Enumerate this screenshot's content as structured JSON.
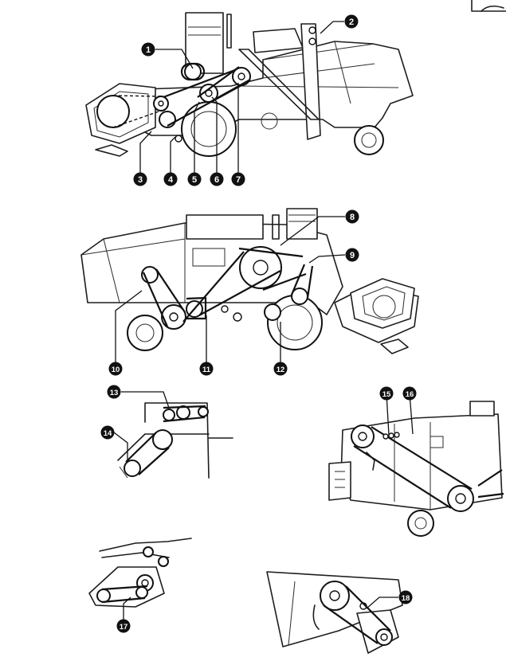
{
  "callouts": [
    {
      "id": "callout-1",
      "label": "1"
    },
    {
      "id": "callout-2",
      "label": "2"
    },
    {
      "id": "callout-3",
      "label": "3"
    },
    {
      "id": "callout-4",
      "label": "4"
    },
    {
      "id": "callout-5",
      "label": "5"
    },
    {
      "id": "callout-6",
      "label": "6"
    },
    {
      "id": "callout-7",
      "label": "7"
    },
    {
      "id": "callout-8",
      "label": "8"
    },
    {
      "id": "callout-9",
      "label": "9"
    },
    {
      "id": "callout-10",
      "label": "10"
    },
    {
      "id": "callout-11",
      "label": "11"
    },
    {
      "id": "callout-12",
      "label": "12"
    },
    {
      "id": "callout-13",
      "label": "13"
    },
    {
      "id": "callout-14",
      "label": "14"
    },
    {
      "id": "callout-15",
      "label": "15"
    },
    {
      "id": "callout-16",
      "label": "16"
    },
    {
      "id": "callout-17",
      "label": "17"
    },
    {
      "id": "callout-18",
      "label": "18"
    }
  ]
}
